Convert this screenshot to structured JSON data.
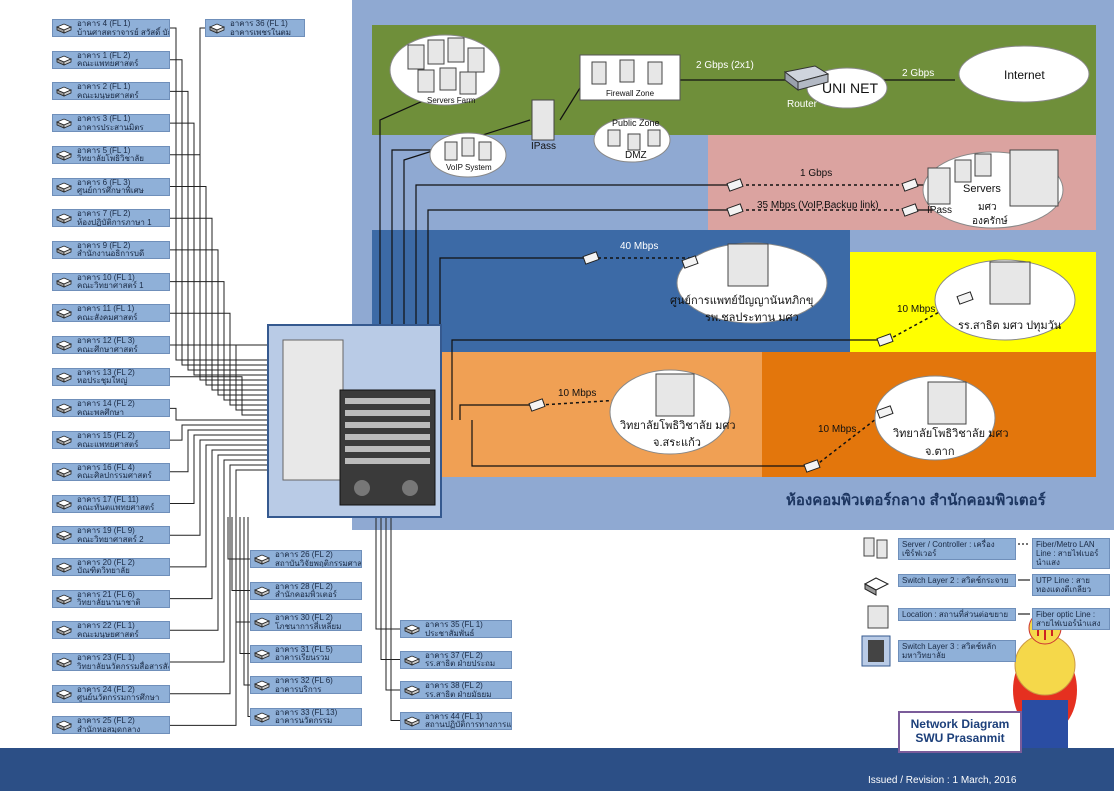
{
  "buildings_left": [
    {
      "l1": "อาคาร 4 (FL 1)",
      "l2": "บ้านศาสตราจารย์ สวัสดิ์ บัณฑิต"
    },
    {
      "l1": "อาคาร 1 (FL 2)",
      "l2": "คณะแพทยศาสตร์"
    },
    {
      "l1": "อาคาร 2 (FL 1)",
      "l2": "คณะมนุษยศาสตร์"
    },
    {
      "l1": "อาคาร 3 (FL 1)",
      "l2": "อาคารประสานมิตร"
    },
    {
      "l1": "อาคาร 5 (FL 1)",
      "l2": "วิทยาลัยโพธิวิชาลัย"
    },
    {
      "l1": "อาคาร 6 (FL 3)",
      "l2": "ศูนย์การศึกษาพิเศษ"
    },
    {
      "l1": "อาคาร 7 (FL 2)",
      "l2": "ห้องปฏิบัติการภาษา 1"
    },
    {
      "l1": "อาคาร 9 (FL 2)",
      "l2": "สำนักงานอธิการบดี"
    },
    {
      "l1": "อาคาร 10 (FL 1)",
      "l2": "คณะวิทยาศาสตร์ 1"
    },
    {
      "l1": "อาคาร 11 (FL 1)",
      "l2": "คณะสังคมศาสตร์"
    },
    {
      "l1": "อาคาร 12 (FL 3)",
      "l2": "คณะศึกษาศาสตร์"
    },
    {
      "l1": "อาคาร 13 (FL 2)",
      "l2": "หอประชุมใหญ่"
    },
    {
      "l1": "อาคาร 14 (FL 2)",
      "l2": "คณะพลศึกษา"
    },
    {
      "l1": "อาคาร 15 (FL 2)",
      "l2": "คณะแพทยศาสตร์"
    },
    {
      "l1": "อาคาร 16 (FL 4)",
      "l2": "คณะศิลปกรรมศาสตร์"
    },
    {
      "l1": "อาคาร 17 (FL 11)",
      "l2": "คณะทันตแพทยศาสตร์"
    },
    {
      "l1": "อาคาร 19 (FL 9)",
      "l2": "คณะวิทยาศาสตร์ 2"
    },
    {
      "l1": "อาคาร 20 (FL 2)",
      "l2": "บัณฑิตวิทยาลัย"
    },
    {
      "l1": "อาคาร 21 (FL 6)",
      "l2": "วิทยาลัยนานาชาติ"
    },
    {
      "l1": "อาคาร 22 (FL 1)",
      "l2": "คณะมนุษยศาสตร์"
    },
    {
      "l1": "อาคาร 23 (FL 1)",
      "l2": "วิทยาลัยนวัตกรรมสื่อสารสังคม"
    },
    {
      "l1": "อาคาร 24 (FL 2)",
      "l2": "ศูนย์นวัตกรรมการศึกษา"
    },
    {
      "l1": "อาคาร 25 (FL 2)",
      "l2": "สำนักหอสมุดกลาง"
    }
  ],
  "building_36": {
    "l1": "อาคาร 36 (FL 1)",
    "l2": "อาคารเพชรในตม"
  },
  "buildings_mid": [
    {
      "l1": "อาคาร 26 (FL 2)",
      "l2": "สถาบันวิจัยพฤติกรรมศาสตร์"
    },
    {
      "l1": "อาคาร 28 (FL 2)",
      "l2": "สำนักคอมพิวเตอร์"
    },
    {
      "l1": "อาคาร 30 (FL 2)",
      "l2": "โภชนาการสี่เหลี่ยม"
    },
    {
      "l1": "อาคาร 31 (FL 5)",
      "l2": "อาคารเรียนรวม"
    },
    {
      "l1": "อาคาร 32 (FL 6)",
      "l2": "อาคารบริการ"
    },
    {
      "l1": "อาคาร 33 (FL 13)",
      "l2": "อาคารนวัตกรรม"
    }
  ],
  "buildings_right": [
    {
      "l1": "อาคาร 35 (FL 1)",
      "l2": "ประชาสัมพันธ์"
    },
    {
      "l1": "อาคาร 37 (FL 2)",
      "l2": "รร.สาธิต ฝ่ายประถม"
    },
    {
      "l1": "อาคาร 38 (FL 2)",
      "l2": "รร.สาธิต ฝ่ายมัธยม"
    },
    {
      "l1": "อาคาร 44 (FL 1)",
      "l2": "สถานปฏิบัติการทางการแพทย์"
    }
  ],
  "core": {
    "servers_farm": "Servers Farm",
    "firewall_zone": "Firewall Zone",
    "public_zone": "Public Zone",
    "dmz": "DMZ",
    "ipass": "IPass",
    "voip": "VoIP System",
    "link_fw_router": "2 Gbps (2x1)",
    "router": "Router",
    "uninet": "UNI NET",
    "link_uninet_internet": "2 Gbps",
    "internet": "Internet"
  },
  "ongkharak": {
    "link1": "1 Gbps",
    "link2": "35 Mbps (VoIP,Backup link)",
    "ipass": "IPass",
    "servers": "Servers",
    "l1": "มศว",
    "l2": "องครักษ์"
  },
  "hospital": {
    "link": "40 Mbps",
    "l1": "ศูนย์การแพทย์ปัญญานันทภิกขุ",
    "l2": "รพ.ชลประทาน มศว"
  },
  "patumwan": {
    "link": "10 Mbps",
    "label": "รร.สาธิต มศว ปทุมวัน"
  },
  "sakaeo": {
    "link": "10 Mbps",
    "l1": "วิทยาลัยโพธิวิชาลัย มศว",
    "l2": "จ.สระแก้ว"
  },
  "tak": {
    "link": "10 Mbps",
    "l1": "วิทยาลัยโพธิวิชาลัย มศว",
    "l2": "จ.ตาก"
  },
  "room_title": "ห้องคอมพิวเตอร์กลาง สำนักคอมพิวเตอร์",
  "legend": {
    "server": "Server / Controller : เครื่องเซิร์ฟเวอร์",
    "fiber_lan": "Fiber/Metro LAN Line : สายไฟเบอร์นำแสง",
    "switch_l2": "Switch Layer 2 : สวิตช์กระจาย",
    "utp": "UTP Line : สายทองแดงตีเกลียว",
    "location": "Location : สถานที่ส่วนต่อขยาย",
    "fiber_optic": "Fiber optic Line : สายไฟเบอร์นำแสง",
    "switch_l3": "Switch Layer 3 : สวิตช์หลักมหาวิทยาลัย"
  },
  "title_box": {
    "l1": "Network Diagram",
    "l2": "SWU Prasanmit"
  },
  "issued": "Issued / Revision : 1 March, 2016",
  "colors": {
    "blue_room": "#8fa9d2",
    "green_zone": "#6f8f3a",
    "pink_zone": "#dba3a0",
    "dark_blue_zone": "#3c6aa6",
    "yellow_zone": "#ffff00",
    "orange_light": "#f0a054",
    "orange_dark": "#e3760c",
    "footer": "#2c4f86"
  }
}
